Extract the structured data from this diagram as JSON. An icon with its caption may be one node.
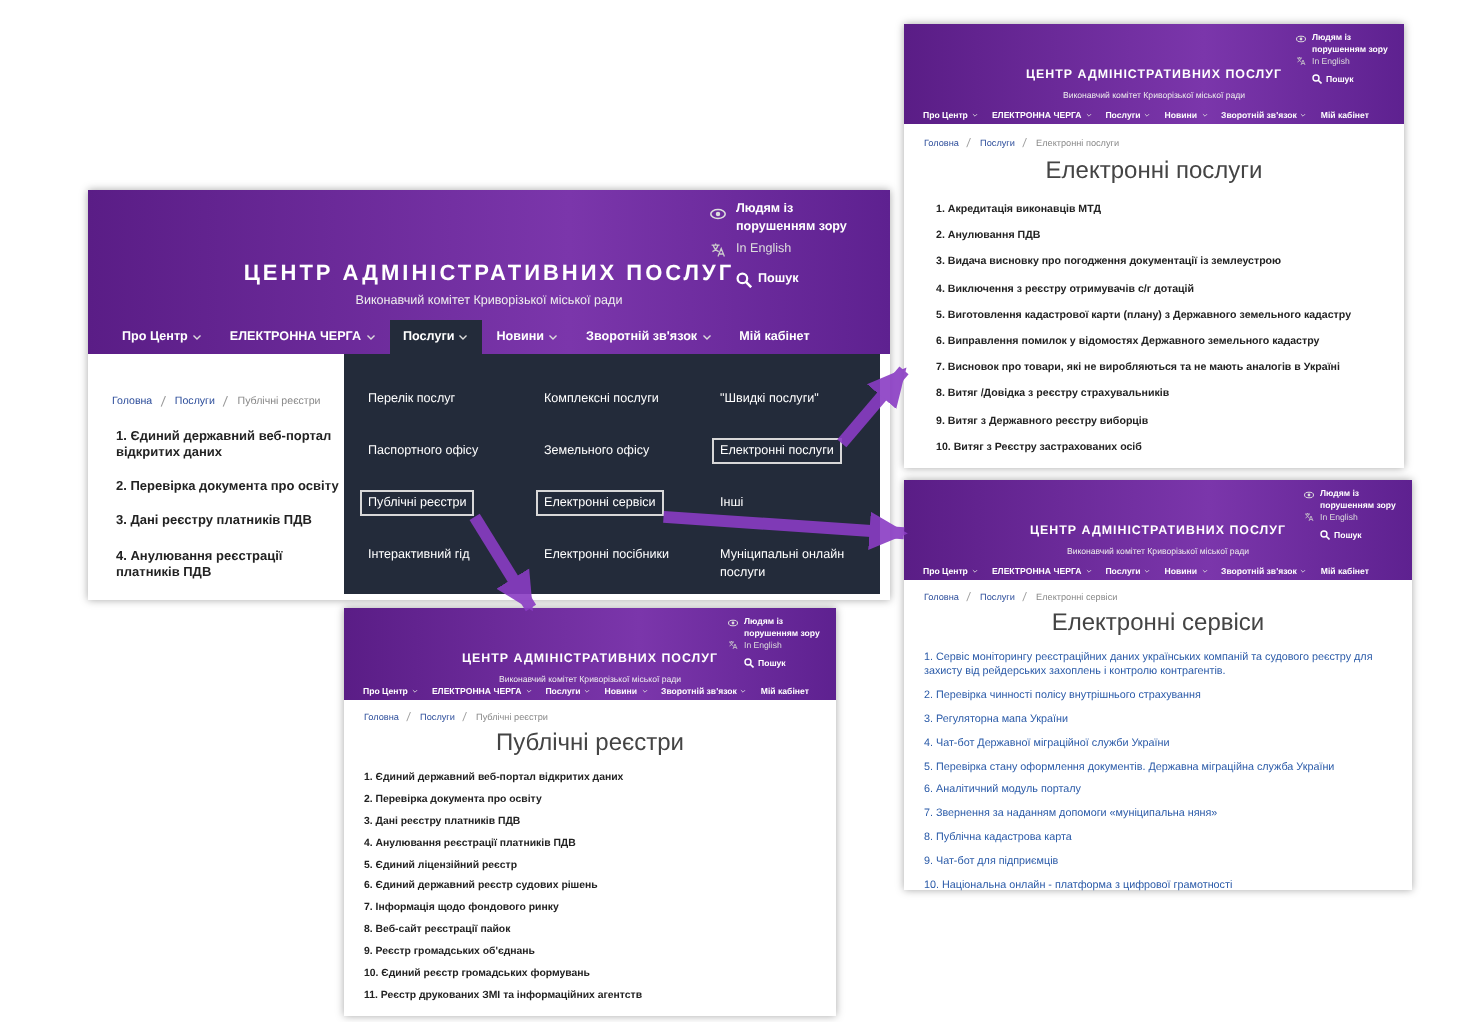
{
  "diagram": {
    "nodes": [
      {
        "text": [
          "Головна",
          "Послуги",
          "Публічні реєстри",
          "1. Єдиний державний веб-портал відкритих даних",
          "2. Перевірка документа про освіту",
          "3. Дані реєстру платників ПДВ",
          "4. Анулювання реєстрації платників ПДВ"
        ]
      },
      {
        "text": [
          "Людям із порушенням зору",
          "In English",
          "Пошук",
          "ЦЕНТР АДМІНІСТРАТИВНИХ ПОСЛУГ",
          "Виконавчий комітет Криворізької міської ради",
          "Про Центр",
          "ЕЛЕКТРОННА ЧЕРГА",
          "Послуги",
          "Новини",
          "Зворотній зв'язок",
          "Мій кабінет"
        ],
        "in": 0
      },
      {
        "text": [
          "Перелік послуг",
          "Комплексні послуги",
          "\"Швидкі послуги\"",
          "Паспортного офісу",
          "Земельного офісу",
          "Інші",
          "Інтерактивний гід",
          "Електронні посібники",
          "Муніципальні онлайн послуги"
        ],
        "in": 0
      },
      {
        "text": [
          "Електронні послуги"
        ],
        "in": 2
      },
      {
        "text": [
          "Публічні реєстри"
        ],
        "in": 2
      },
      {
        "text": [
          "Електронні сервіси"
        ],
        "in": 2
      },
      {
        "text": [
          "Головна",
          "Послуги",
          "Електронні послуги",
          "Електронні послуги",
          "1. Акредитація виконавців МТД",
          "2. Анулювання ПДВ",
          "3. Видача висновку про погодження документації із землеустрою",
          "4. Виключення з реєстру отримувачів с/г дотацій",
          "5. Виготовлення кадастрової карти (плану) з Державного земельного кадастру",
          "6. Виправлення помилок у відомостях Державного земельного кадастру",
          "7. Висновок про товари, які не виробляються та не мають аналогів в Україні",
          "8. Витяг /Довідка з реєстру страхувальників",
          "9. Витяг з Державного реєстру виборців",
          "10. Витяг з Реєстру застрахованих осіб"
        ]
      },
      {
        "text": [
          "Людям із порушенням зору",
          "In English",
          "Пошук",
          "ЦЕНТР АДМІНІСТРАТИВНИХ ПОСЛУГ",
          "Виконавчий комітет Криворізької міської ради",
          "Про Центр",
          "ЕЛЕКТРОННА ЧЕРГА",
          "Послуги",
          "Новини",
          "Зворотній зв'язок",
          "Мій кабінет"
        ],
        "in": 6
      },
      {
        "text": [
          "Головна",
          "Послуги",
          "Електронні сервіси",
          "Електронні сервіси",
          "1. Сервіс моніторингу реєстраційних даних українських компаній та судового реєстру для захисту від рейдерських захоплень і контролю контрагентів.",
          "2. Перевірка чинності полісу внутрішнього страхування",
          "3. Регуляторна мапа України",
          "4. Чат-бот Державної міграційної служби України",
          "5. Перевірка стану оформлення документів. Державна міграційна служба України",
          "6. Аналітичний модуль порталу",
          "7. Звернення за наданням допомоги «муніципальна няня»",
          "8. Публічна кадастрова карта",
          "9. Чат-бот для підприємців",
          "10. Національна онлайн - платформа з цифрової грамотності"
        ]
      },
      {
        "text": [
          "Людям із порушенням зору",
          "In English",
          "Пошук",
          "ЦЕНТР АДМІНІСТРАТИВНИХ ПОСЛУГ",
          "Виконавчий комітет Криворізької міської ради",
          "Про Центр",
          "ЕЛЕКТРОННА ЧЕРГА",
          "Послуги",
          "Новини",
          "Зворотній зв'язок",
          "Мій кабінет"
        ],
        "in": 8
      },
      {
        "text": [
          "Головна",
          "Послуги",
          "Публічні реєстри",
          "Публічні реєстри",
          "1. Єдиний державний веб-портал відкритих даних",
          "2. Перевірка документа про освіту",
          "3. Дані реєстру платників ПДВ",
          "4. Анулювання реєстрації платників ПДВ",
          "5. Єдиний ліцензійний реєстр",
          "6. Єдиний державний реєстр судових рішень",
          "7. Інформація щодо фондового ринку",
          "8. Веб-сайт реєстрації пайок",
          "9. Реєстр громадських об'єднань",
          "10. Єдиний реєстр громадських формувань",
          "11. Реєстр друкованих ЗМІ та інформаційних агентств"
        ]
      },
      {
        "text": [
          "Людям із порушенням зору",
          "In English",
          "Пошук",
          "ЦЕНТР АДМІНІСТРАТИВНИХ ПОСЛУГ",
          "Виконавчий комітет Криворізької міської ради",
          "Про Центр",
          "ЕЛЕКТРОННА ЧЕРГА",
          "Послуги",
          "Новини",
          "Зворотній зв'язок",
          "Мій кабінет"
        ],
        "in": 10
      }
    ],
    "edges": [
      {
        "from": 3,
        "to": 6,
        "arrow": "to"
      },
      {
        "from": 5,
        "to": 8,
        "arrow": "to"
      },
      {
        "from": 4,
        "to": 10,
        "arrow": "to"
      }
    ]
  }
}
